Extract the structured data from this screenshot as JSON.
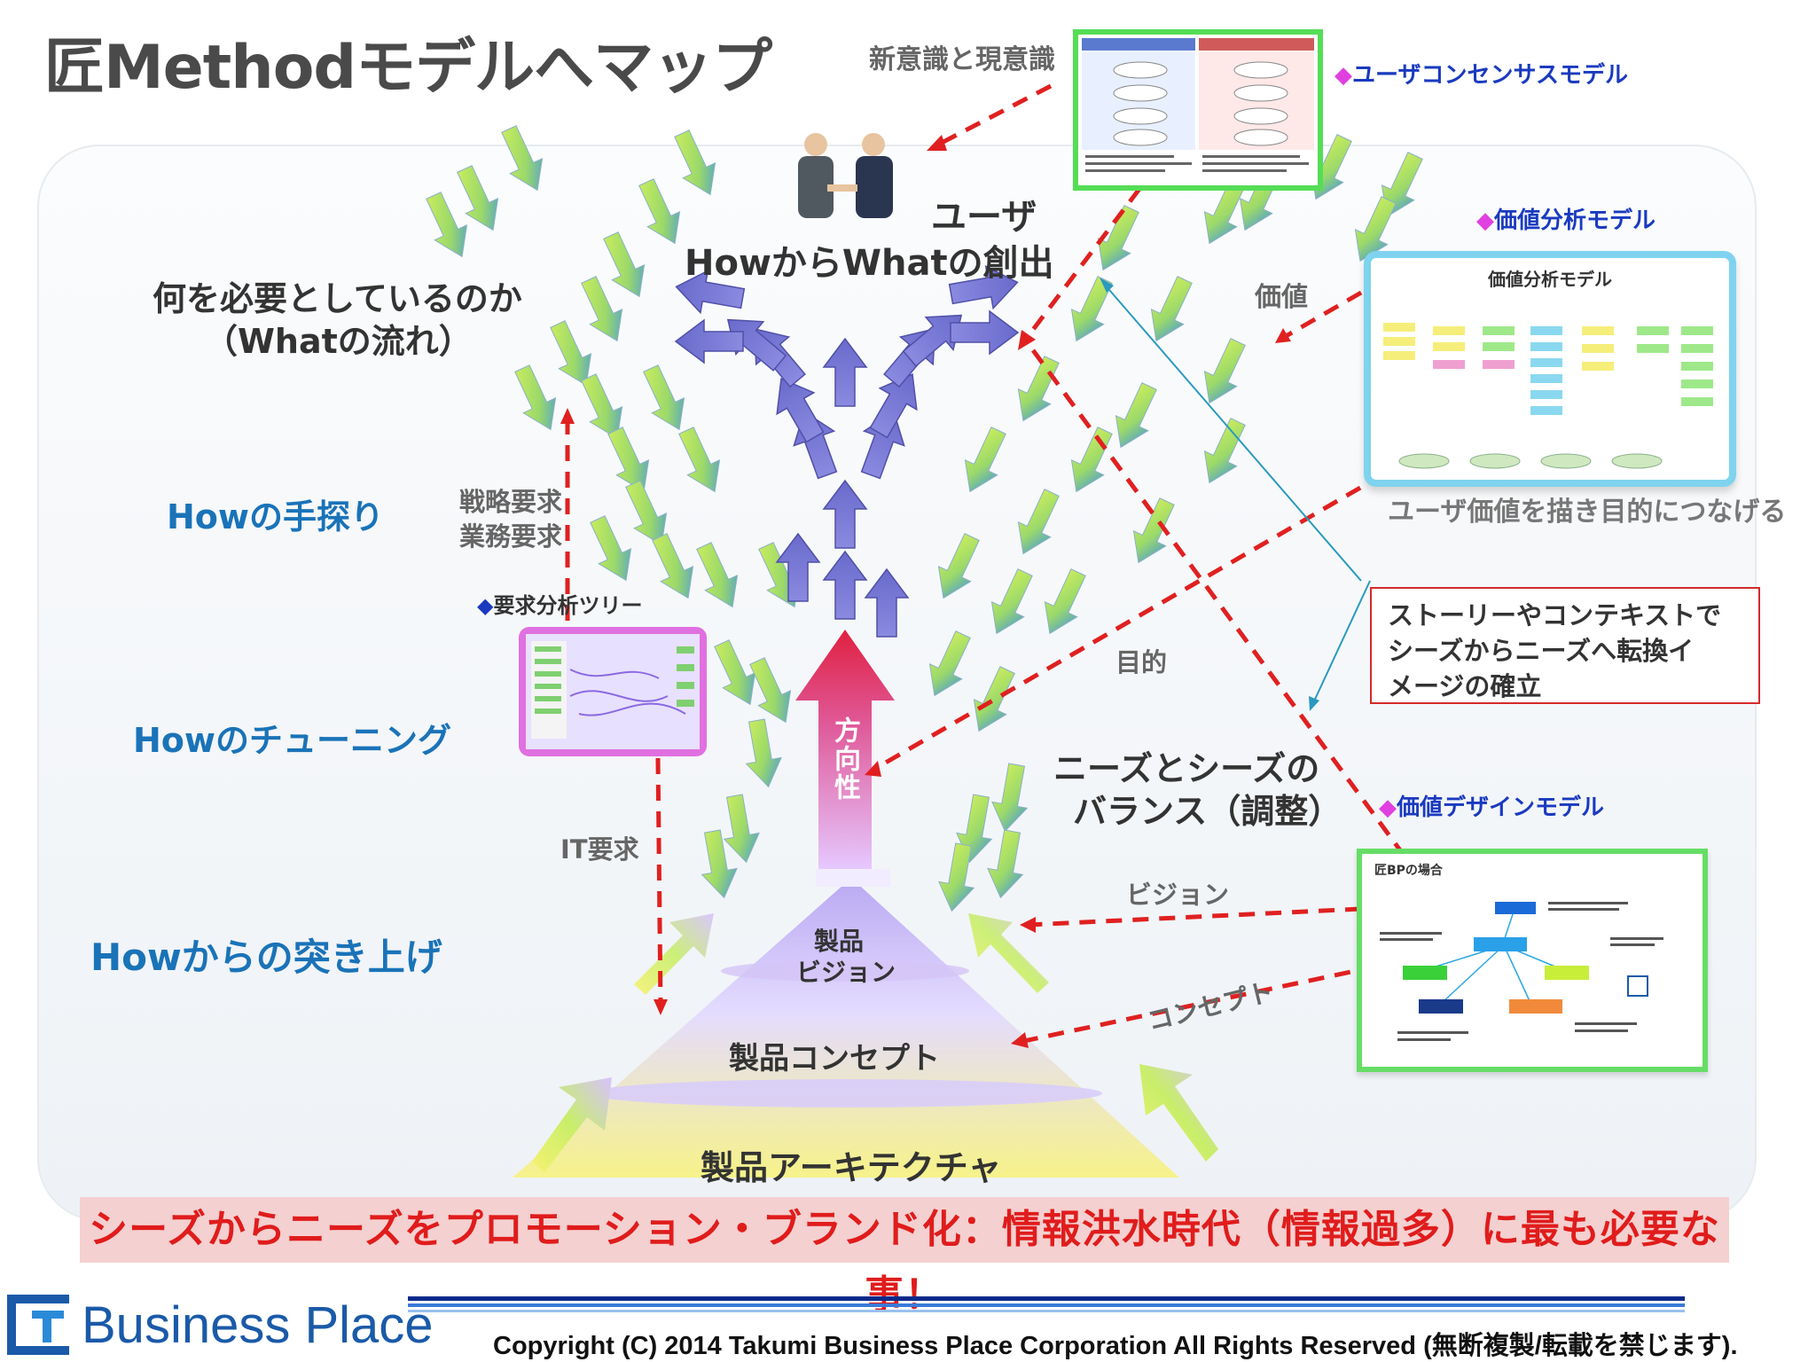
{
  "title": "匠Methodモデルへマップ",
  "labels": {
    "shinishiki": "新意識と現意識",
    "consensus_model": "ユーザコンセンサスモデル",
    "value_analysis_model": "価値分析モデル",
    "value_analysis_model_thumb": "価値分析モデル",
    "user": "ユーザ",
    "how_to_what": "HowからWhatの創出",
    "what_needed_1": "何を必要としているのか",
    "what_needed_2": "（Whatの流れ）",
    "kachi": "価値",
    "how_tesaguri": "Howの手探り",
    "senryaku": "戦略要求",
    "gyomu": "業務要求",
    "user_value_purpose": "ユーザ価値を描き目的につなげる",
    "req_tree": "要求分析ツリー",
    "mokuteki": "目的",
    "how_tuning": "Howのチューニング",
    "direction": "方向性",
    "needs_seeds_1": "ニーズとシーズの",
    "needs_seeds_2": "バランス（調整）",
    "value_design_model": "価値デザインモデル",
    "it_req": "IT要求",
    "vision": "ビジョン",
    "how_tsukiage": "Howからの突き上げ",
    "product_vision_1": "製品",
    "product_vision_2": "ビジョン",
    "concept": "コンセプト",
    "product_concept": "製品コンセプト",
    "product_arch": "製品アーキテクチャ",
    "design_thumb_title": "匠BPの場合"
  },
  "callout": {
    "line1": "ストーリーやコンテキストで",
    "line2": "シーズからニーズへ転換イ",
    "line3": "メージの確立"
  },
  "banner": "シーズからニーズをプロモーション・ブランド化：情報洪水時代（情報過多）に最も必要な事！",
  "footer": {
    "logo_text": "Business Place",
    "copyright": "Copyright (C) 2014 Takumi Business Place Corporation All Rights Reserved (無断複製/転載を禁じます)."
  },
  "colors": {
    "blue_heading": "#1a73b8",
    "red_dash": "#e02020",
    "banner_bg": "#f5d0d0",
    "banner_text": "#e01c1c",
    "diamond_magenta": "#e040e0"
  }
}
